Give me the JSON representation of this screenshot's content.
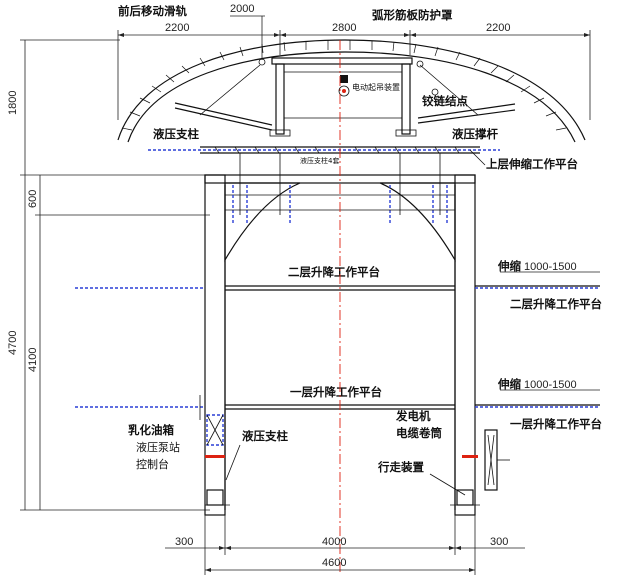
{
  "labels": {
    "front_rear_rail": "前后移动滑轨",
    "arc_shield": "弧形筋板防护罩",
    "motor_device": "电动起吊装置",
    "hinge_node": "铰链结点",
    "hydraulic_column_top": "液压支柱",
    "hydraulic_strut": "液压撑杆",
    "hydraulic_column_small": "液压支柱4套",
    "upper_platform": "上层伸缩工作平台",
    "second_platform_center": "二层升降工作平台",
    "second_platform_right": "二层升降工作平台",
    "first_platform_center": "一层升降工作平台",
    "first_platform_right": "一层升降工作平台",
    "telescope_upper_prefix": "伸缩",
    "telescope_upper_value": "1000-1500",
    "telescope_lower_prefix": "伸缩",
    "telescope_lower_value": "1000-1500",
    "emulsion_tank": "乳化油箱",
    "pump_station": "液压泵站",
    "control_desk": "控制台",
    "hydraulic_column_bottom": "液压支柱",
    "generator": "发电机",
    "cable_drum": "电缆卷筒",
    "walking_device": "行走装置"
  },
  "dimensions": {
    "top_rail": "2000",
    "top_left": "2200",
    "top_center": "2800",
    "top_right": "2200",
    "left_1800": "1800",
    "left_600": "600",
    "left_4700": "4700",
    "left_4100": "4100",
    "bottom_left": "300",
    "bottom_center": "4000",
    "bottom_right": "300",
    "bottom_total": "4600"
  },
  "colors": {
    "line": "#111111",
    "centerline": "#d21111",
    "dashed_blue": "#2a3fd6"
  }
}
